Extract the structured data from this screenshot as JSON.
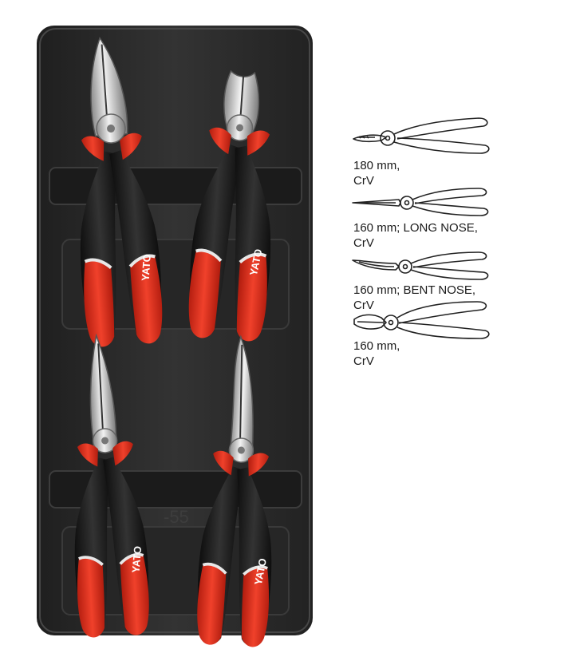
{
  "brand": {
    "logo_text": "YATO"
  },
  "tray": {
    "background": "#ffffff",
    "tray_color": "#2b2b2b",
    "handle_red": "#e0301e",
    "handle_black": "#1c1c1c",
    "chrome": "#d9d9d9"
  },
  "specs": [
    {
      "icon": "combination-pliers-icon",
      "label": "180 mm,\nCrV"
    },
    {
      "icon": "long-nose-pliers-icon",
      "label": "160 mm; LONG NOSE, CrV"
    },
    {
      "icon": "bent-nose-pliers-icon",
      "label": "160 mm; BENT NOSE, CrV"
    },
    {
      "icon": "diagonal-cutter-icon",
      "label": "160 mm,\nCrV"
    }
  ]
}
